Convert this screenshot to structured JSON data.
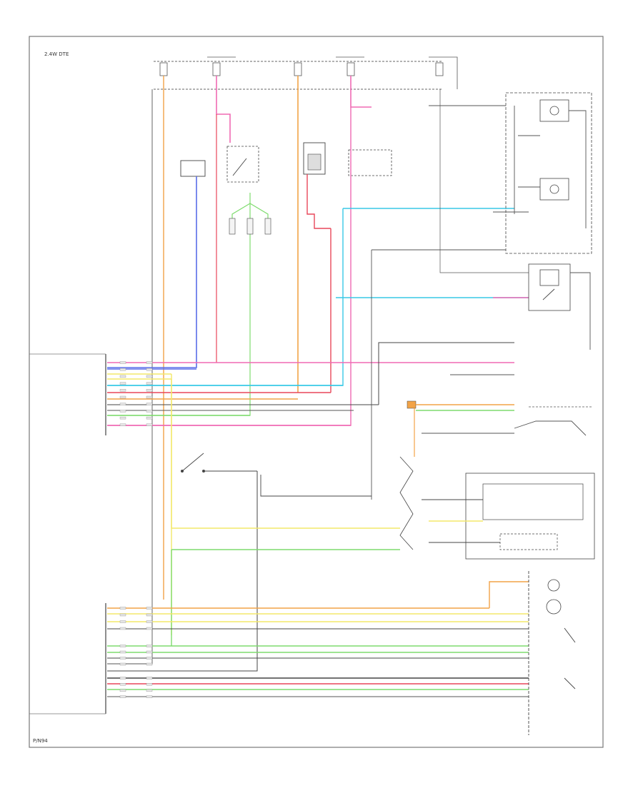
{
  "diagram": {
    "corner_note": "2.4W DTE",
    "footer_note": "P/N94",
    "page_border": true
  },
  "colors": {
    "pink": "#f06ab4",
    "red": "#e8475a",
    "orange": "#f2a347",
    "yellow": "#f3e86a",
    "green": "#7fdc6e",
    "cyan": "#38c9e6",
    "blue": "#5a6ee8",
    "gray": "#555555",
    "black": "#222222"
  },
  "connector_rows_upper": 10,
  "connector_rows_lower_a": 4,
  "connector_rows_lower_b": 4,
  "connector_rows_lower_c": 4
}
